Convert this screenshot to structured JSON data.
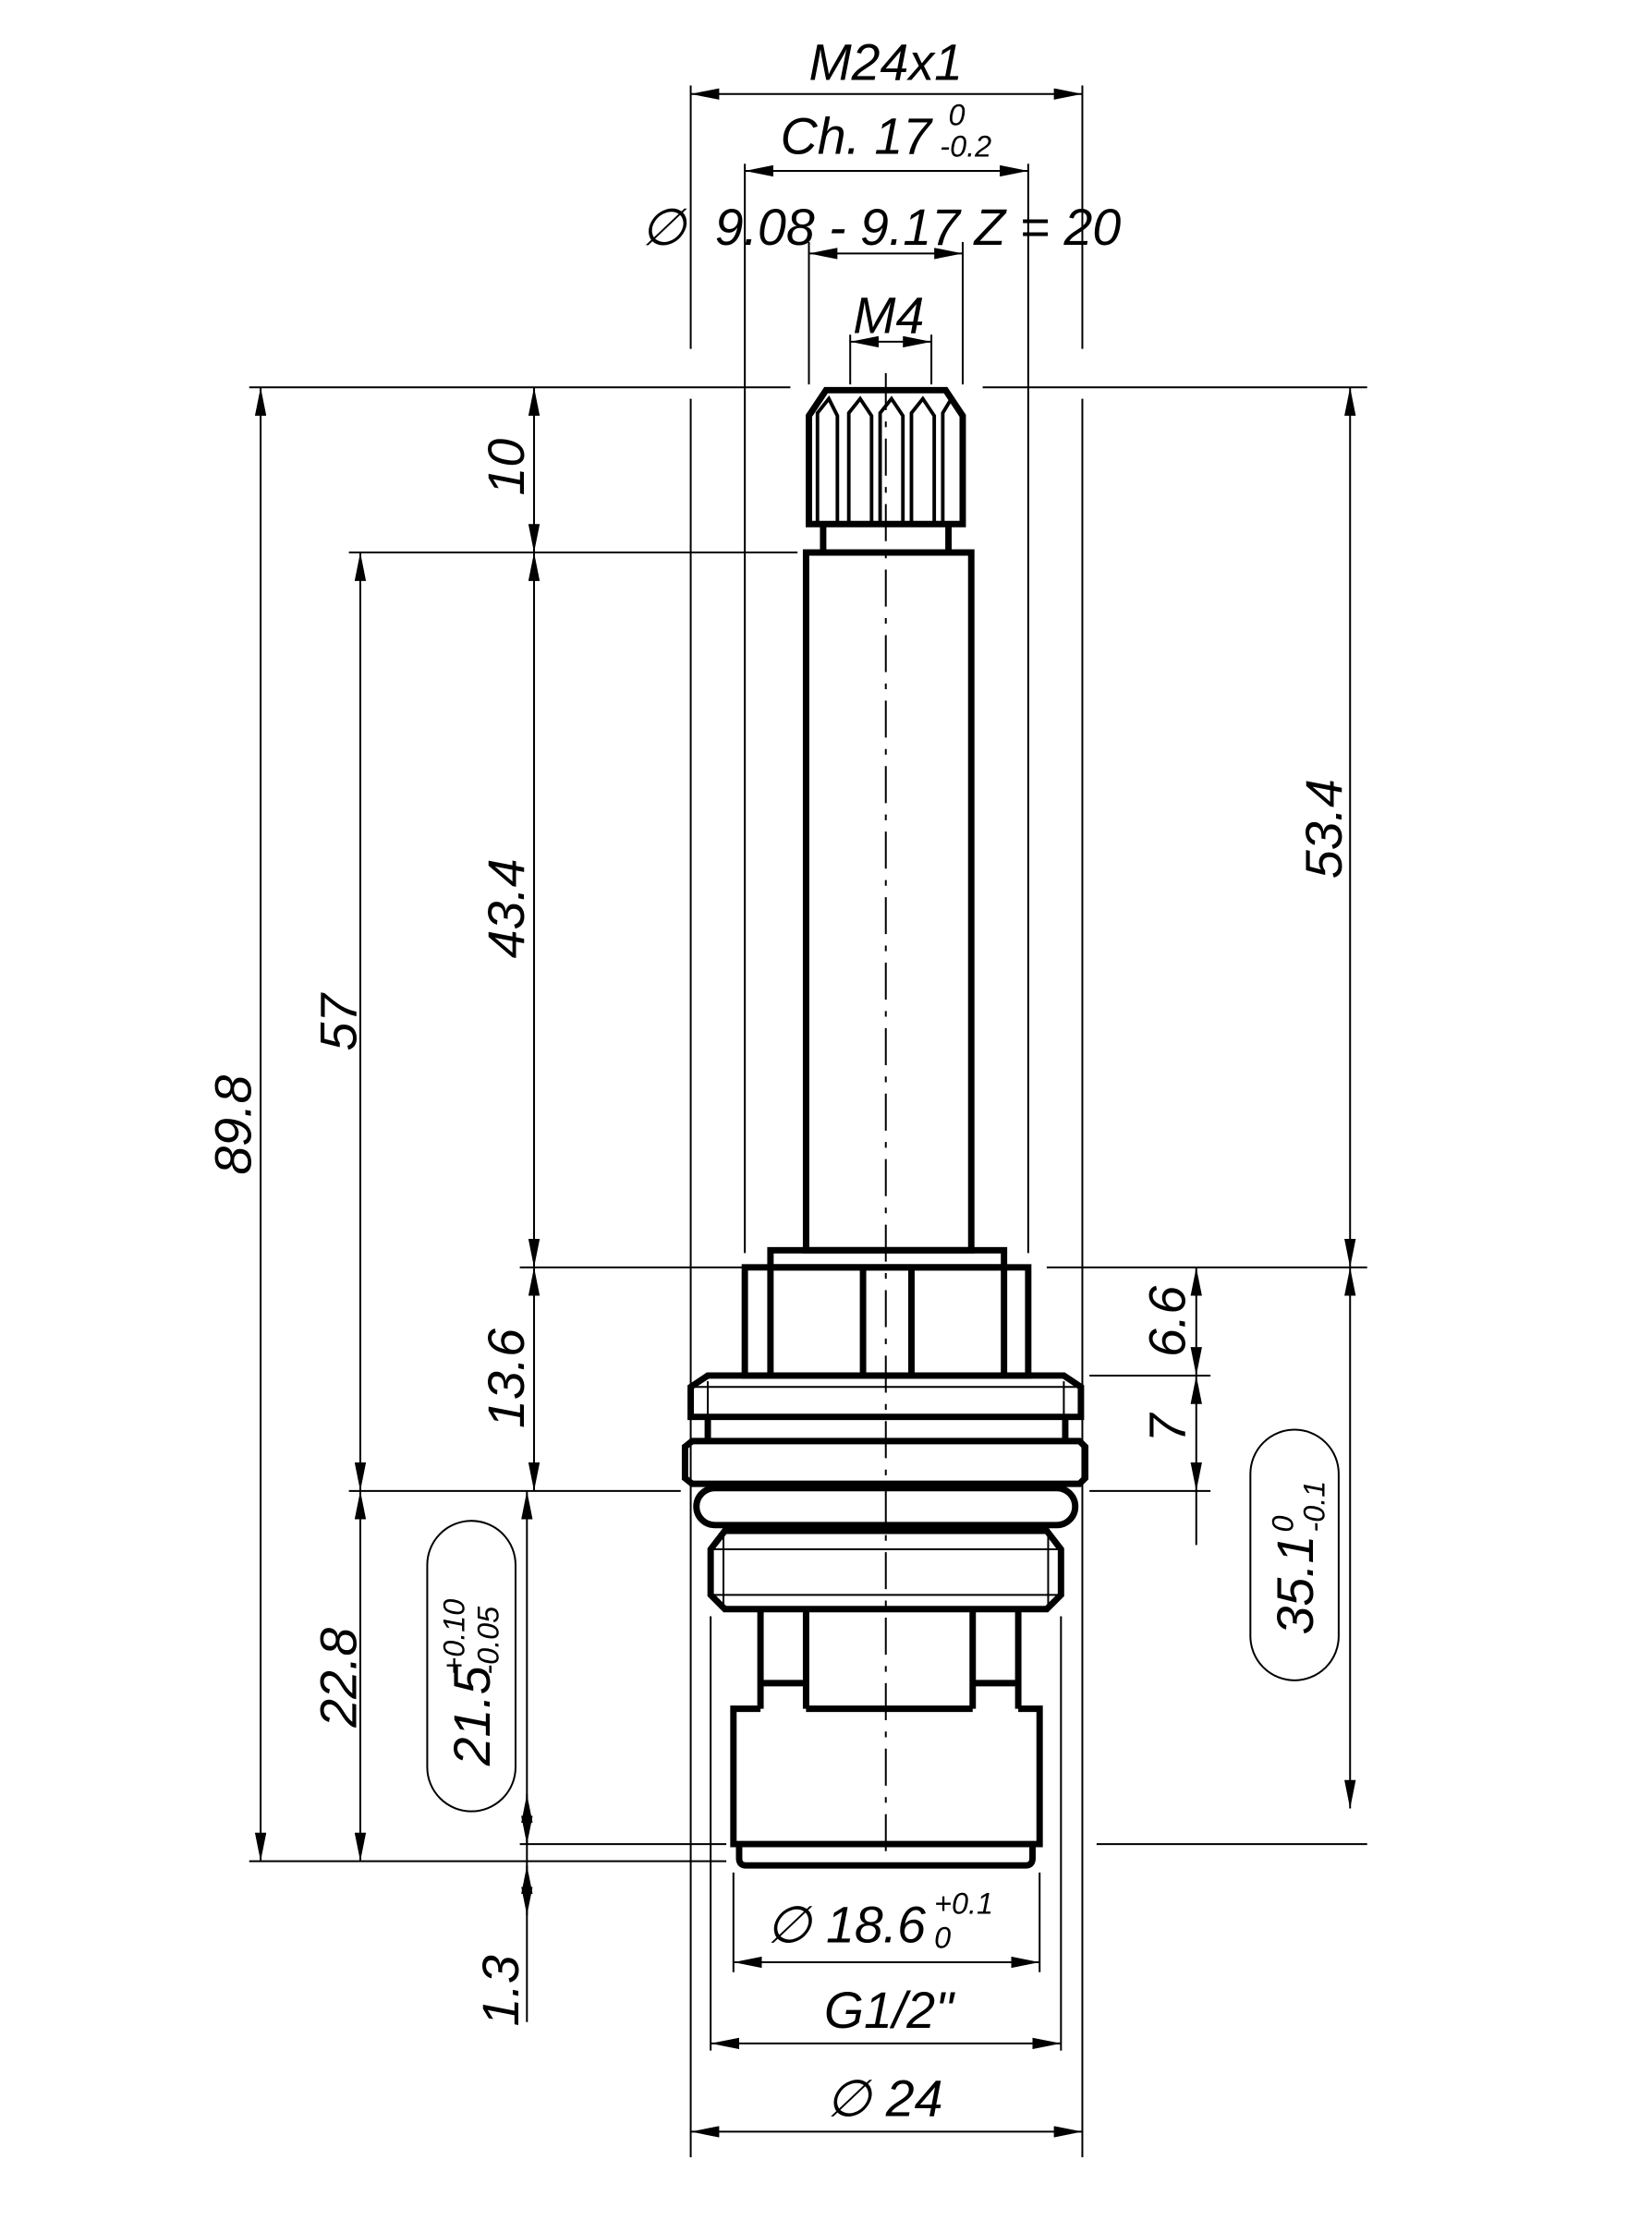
{
  "drawing": {
    "title": "Cartridge dimensional drawing",
    "top_dims": {
      "thread": "M24x1",
      "hex_prefix": "Ch. 17",
      "hex_tol_upper": "0",
      "hex_tol_lower": "-0.2",
      "spline_symbol": "∅",
      "spline": "9.08 - 9.17 Z = 20",
      "screw": "M4"
    },
    "left_dims": {
      "overall": "89.8",
      "stem_to_oring": "57",
      "spline_len": "10",
      "stem_len": "43.4",
      "hex_len": "13.6",
      "lower_len": "22.8",
      "seat_len_base": "21.5",
      "seat_tol_upper": "+0.10",
      "seat_tol_lower": "-0.05",
      "bottom_step": "1.3"
    },
    "right_dims": {
      "top_len": "53.4",
      "hex_h": "6.6",
      "flange_h": "7",
      "body_base": "35.1",
      "body_tol_upper": "0",
      "body_tol_lower": "-0.1"
    },
    "bottom_dims": {
      "seal_symbol": "∅",
      "seal_base": "18.6",
      "seal_tol_upper": "+0.1",
      "seal_tol_lower": "0",
      "thread": "G1/2\"",
      "outer_symbol": "∅",
      "outer": "24"
    }
  }
}
